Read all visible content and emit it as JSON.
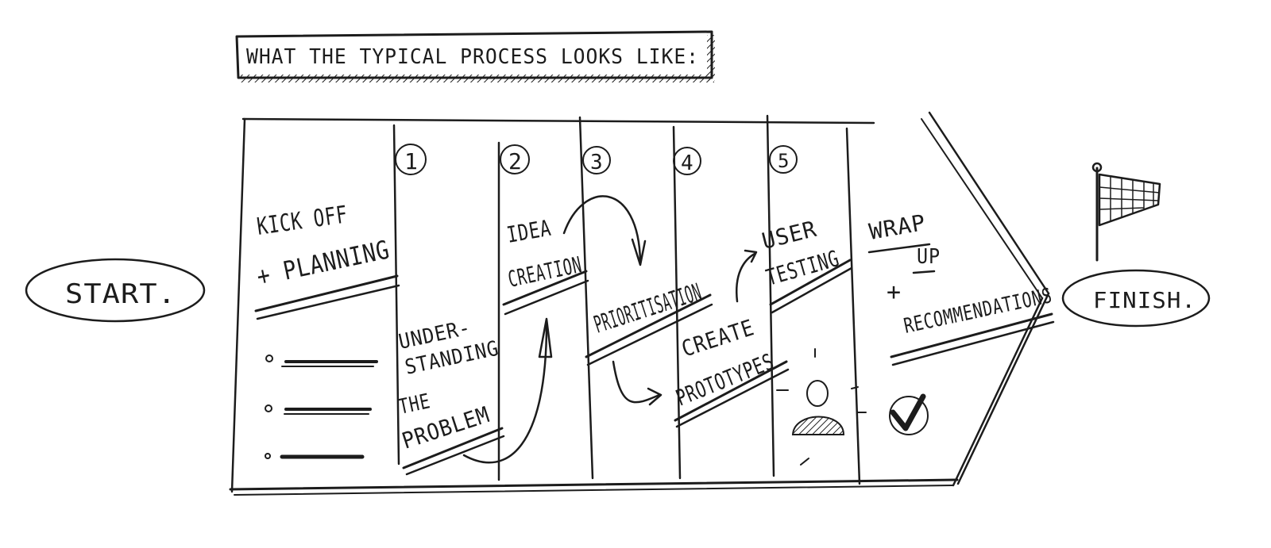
{
  "title": "WHAT THE TYPICAL PROCESS LOOKS LIKE:",
  "start_label": "START.",
  "finish_label": "FINISH.",
  "kickoff": {
    "line1": "KICK OFF",
    "line2": "+ PLANNING"
  },
  "steps": [
    {
      "number": "1",
      "label": [
        "UNDER-",
        "STANDING",
        "THE",
        "PROBLEM"
      ]
    },
    {
      "number": "2",
      "label": [
        "IDEA",
        "CREATION"
      ]
    },
    {
      "number": "3",
      "label": [
        "PRIORITISATION"
      ]
    },
    {
      "number": "4",
      "label": [
        "CREATE",
        "PROTOTYPES"
      ]
    },
    {
      "number": "5",
      "label": [
        "USER",
        "TESTING"
      ]
    }
  ],
  "wrapup": {
    "line1": "WRAP",
    "line2": "UP",
    "line3": "+",
    "line4": "RECOMMENDATIONS"
  },
  "icons": [
    "checklist-icon",
    "arrow-icon",
    "person-icon",
    "checkmark-icon",
    "flag-icon"
  ],
  "colors": {
    "ink": "#1c1c1c",
    "paper": "#ffffff"
  }
}
